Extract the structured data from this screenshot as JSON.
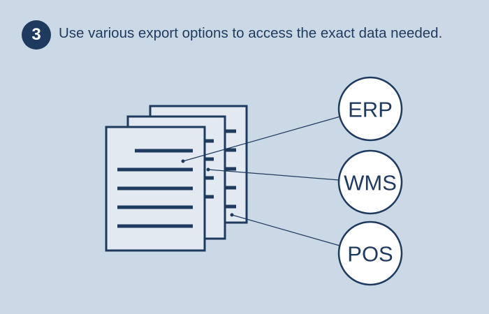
{
  "header": {
    "step_number": "3",
    "text": "Use various export options to access the exact data needed."
  },
  "diagram": {
    "documents_icon": "stacked-documents-icon",
    "targets": [
      {
        "label": "ERP"
      },
      {
        "label": "WMS"
      },
      {
        "label": "POS"
      }
    ]
  },
  "colors": {
    "background": "#cbd9e6",
    "accent": "#1f3a5f",
    "document_fill": "#e3e9f1",
    "circle_fill": "#ffffff"
  }
}
